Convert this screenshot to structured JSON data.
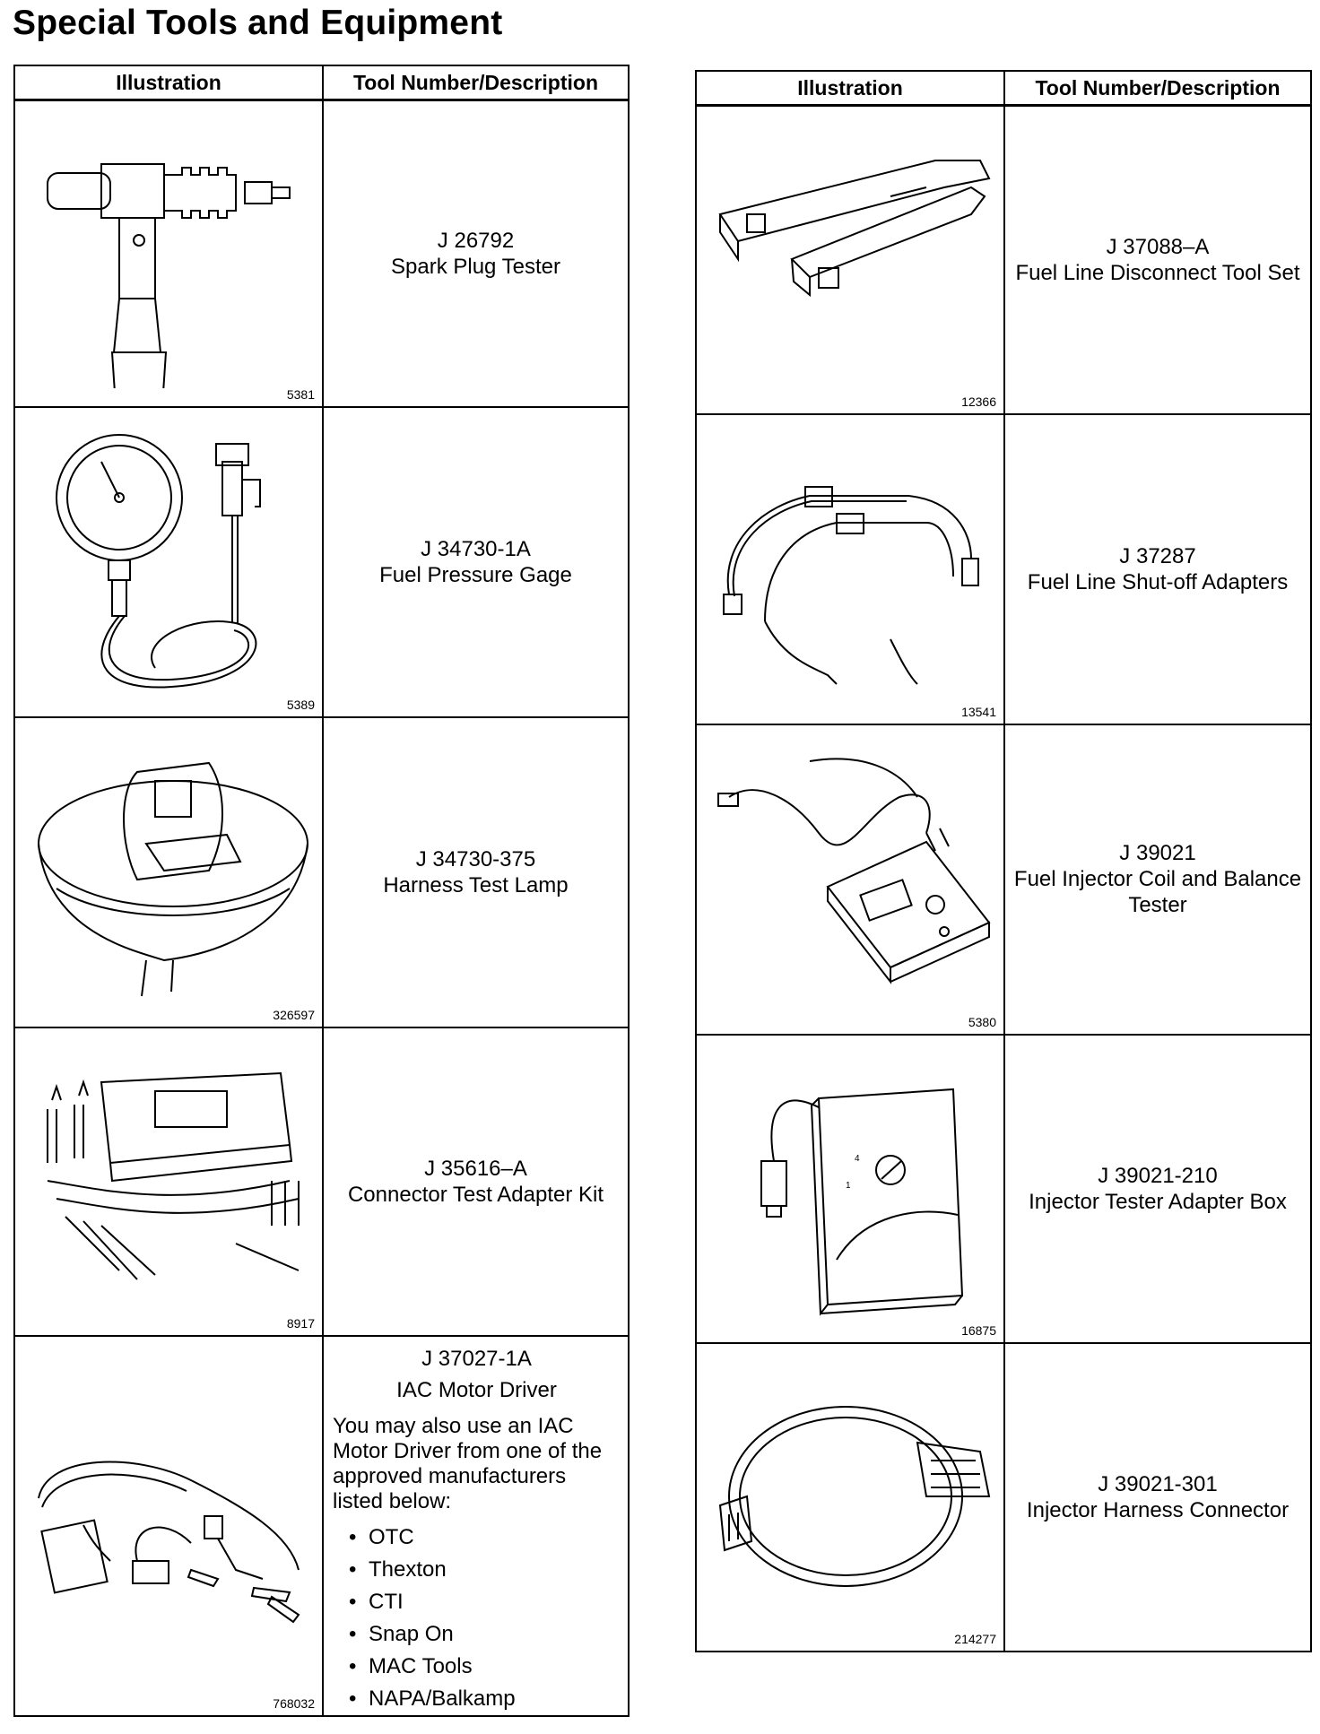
{
  "title": "Special Tools and Equipment",
  "headers": {
    "illustration": "Illustration",
    "tool": "Tool Number/Description"
  },
  "left_tools": [
    {
      "fig": "5381",
      "number": "J 26792",
      "name": "Spark Plug Tester",
      "icon": "spark-plug-tester-icon"
    },
    {
      "fig": "5389",
      "number": "J 34730-1A",
      "name": "Fuel Pressure Gage",
      "icon": "pressure-gauge-icon"
    },
    {
      "fig": "326597",
      "number": "J 34730-375",
      "name": "Harness Test Lamp",
      "icon": "test-lamp-icon"
    },
    {
      "fig": "8917",
      "number": "J 35616–A",
      "name": "Connector Test Adapter Kit",
      "icon": "adapter-kit-icon"
    },
    {
      "fig": "768032",
      "number": "J 37027-1A",
      "name": "IAC Motor Driver",
      "icon": "iac-driver-icon",
      "note": "You may also use an IAC Motor Driver from one of the approved manufacturers listed below:",
      "manufacturers": [
        "OTC",
        "Thexton",
        "CTI",
        "Snap On",
        "MAC Tools",
        "NAPA/Balkamp"
      ]
    }
  ],
  "right_tools": [
    {
      "fig": "12366",
      "number": "J 37088–A",
      "name": "Fuel Line Disconnect Tool Set",
      "icon": "disconnect-tool-icon"
    },
    {
      "fig": "13541",
      "number": "J 37287",
      "name": "Fuel Line Shut-off Adapters",
      "icon": "shutoff-adapter-icon"
    },
    {
      "fig": "5380",
      "number": "J 39021",
      "name": "Fuel Injector Coil and Balance Tester",
      "icon": "injector-tester-icon"
    },
    {
      "fig": "16875",
      "number": "J 39021-210",
      "name": "Injector Tester Adapter Box",
      "icon": "adapter-box-icon"
    },
    {
      "fig": "214277",
      "number": "J 39021-301",
      "name": "Injector Harness Connector",
      "icon": "harness-connector-icon"
    }
  ]
}
